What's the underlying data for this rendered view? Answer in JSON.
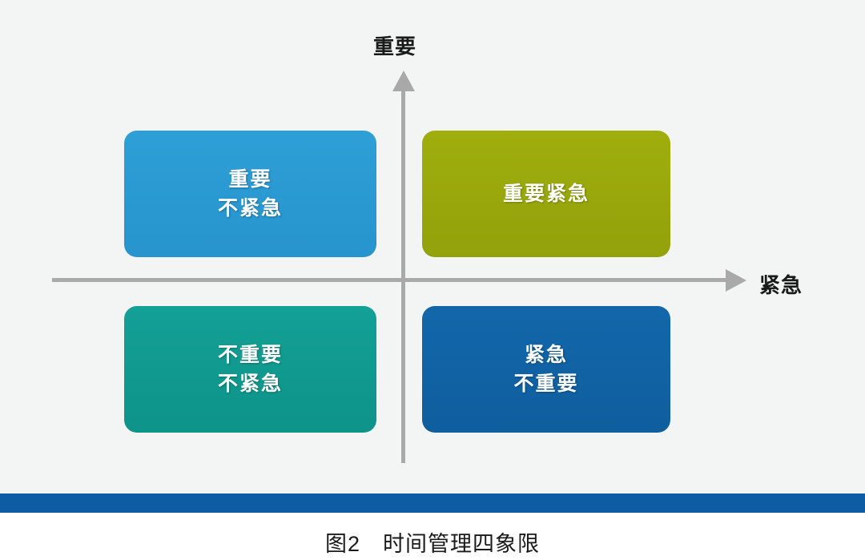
{
  "figure": {
    "background_color": "#f3f4f4",
    "caption": "图2　时间管理四象限",
    "accent_bar_color": "#0d5ca4"
  },
  "axes": {
    "y_label": "重要",
    "x_label": "紧急",
    "line_color": "#a9a9a9"
  },
  "chart_data": {
    "type": "diagram",
    "title": "图2　时间管理四象限",
    "xlabel": "紧急",
    "ylabel": "重要",
    "quadrants": [
      {
        "position": "top-left",
        "lines": [
          "重要",
          "不紧急"
        ],
        "color": "#2b9ad4",
        "shadow_color": "#1b6f9e"
      },
      {
        "position": "top-right",
        "lines": [
          "重要紧急"
        ],
        "color": "#9aaa0c",
        "shadow_color": "#6e7a08"
      },
      {
        "position": "bottom-left",
        "lines": [
          "不重要",
          "不紧急"
        ],
        "color": "#109b91",
        "shadow_color": "#0a6f68"
      },
      {
        "position": "bottom-right",
        "lines": [
          "紧急",
          "不重要"
        ],
        "color": "#10609f",
        "shadow_color": "#0b456f"
      }
    ]
  }
}
